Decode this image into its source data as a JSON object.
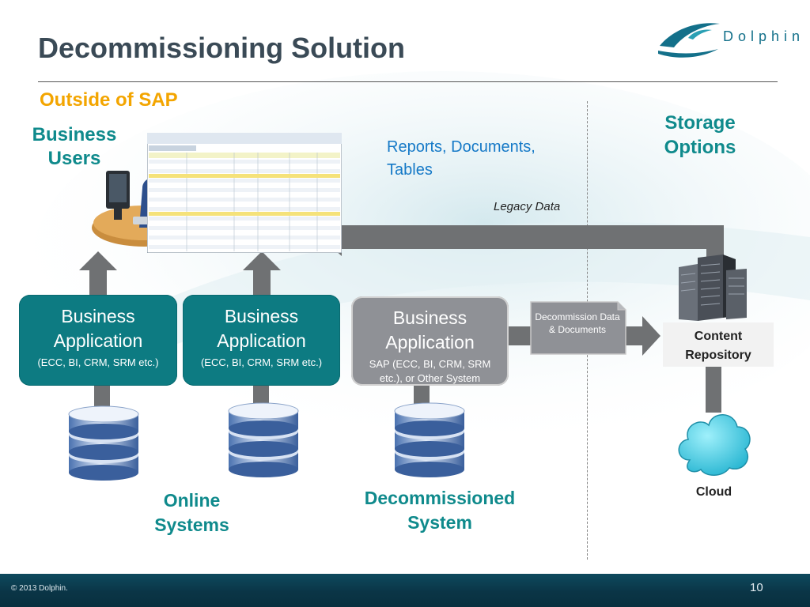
{
  "slide": {
    "title": "Decommissioning Solution",
    "subtitle": "Outside of SAP",
    "logo_text": "Dolphin",
    "footer": {
      "copyright": "© 2013 Dolphin.",
      "page_number": "10"
    }
  },
  "diagram": {
    "business_users_label": "Business Users",
    "storage_options_label": "Storage Options",
    "reports_label": "Reports, Documents, Tables",
    "legacy_data_label": "Legacy Data",
    "apps": [
      {
        "title": "Business Application",
        "subtitle": "(ECC, BI, CRM, SRM etc.)",
        "style": "online"
      },
      {
        "title": "Business Application",
        "subtitle": "(ECC, BI, CRM, SRM etc.)",
        "style": "online"
      },
      {
        "title": "Business Application",
        "subtitle": "SAP (ECC, BI, CRM, SRM etc.), or Other System",
        "style": "decommissioned"
      }
    ],
    "decommission_doc_label": "Decommission Data & Documents",
    "content_repository_label": "Content Repository",
    "cloud_label": "Cloud",
    "online_systems_label": "Online Systems",
    "decommissioned_system_label": "Decommissioned System"
  },
  "colors": {
    "title": "#3a4a56",
    "subtitle": "#f3a500",
    "teal_label": "#0f8a8c",
    "app_teal": "#0d7b82",
    "app_grey": "#8f9196",
    "reports_blue": "#1579c7",
    "arrow_grey": "#6f7173",
    "footer": "#0a3546"
  },
  "icons": [
    "business-user-at-desk-icon",
    "report-table-screenshot",
    "database-icon",
    "server-rack-icon",
    "cloud-icon",
    "document-icon",
    "dolphin-logo-icon"
  ]
}
